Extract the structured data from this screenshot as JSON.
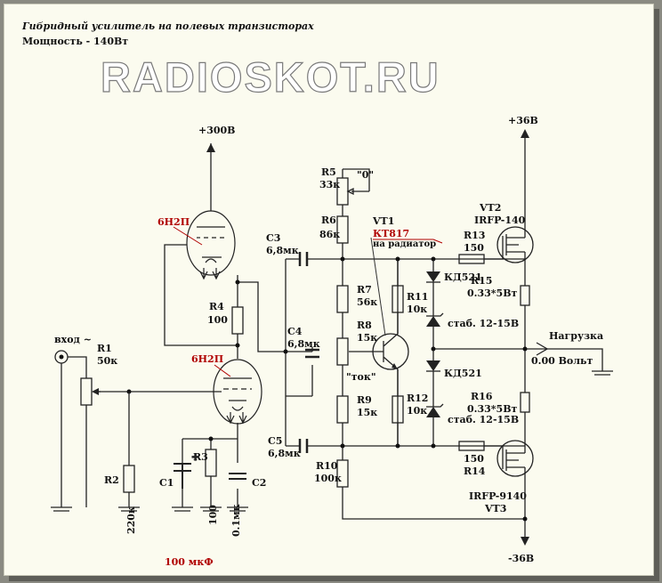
{
  "header": {
    "title": "Гибридный усилитель на полевых транзисторах",
    "power": "Мощность - 140Вт",
    "watermark": "RADIOSKOT.RU"
  },
  "power_rails": {
    "tube_supply": "+300В",
    "positive": "+36В",
    "negative": "-36В"
  },
  "tubes": {
    "v1": "6Н2П",
    "v2": "6Н2П"
  },
  "resistors": {
    "r1": {
      "ref": "R1",
      "value": "50к"
    },
    "r2": {
      "ref": "R2",
      "value": "220к"
    },
    "r3": {
      "ref": "R3",
      "value": "100"
    },
    "r4": {
      "ref": "R4",
      "value": "100"
    },
    "r5": {
      "ref": "R5",
      "value": "33к",
      "tag": "\"0\""
    },
    "r6": {
      "ref": "R6",
      "value": "86к"
    },
    "r7": {
      "ref": "R7",
      "value": "56к"
    },
    "r8": {
      "ref": "R8",
      "value": "15к",
      "tag": "\"ток\""
    },
    "r9": {
      "ref": "R9",
      "value": "15к"
    },
    "r10": {
      "ref": "R10",
      "value": "100к"
    },
    "r11": {
      "ref": "R11",
      "value": "10к"
    },
    "r12": {
      "ref": "R12",
      "value": "10к"
    },
    "r13": {
      "ref": "R13",
      "value": "150"
    },
    "r14": {
      "ref": "R14",
      "value": "150"
    },
    "r15": {
      "ref": "R15",
      "value": "0.33*5Вт"
    },
    "r16": {
      "ref": "R16",
      "value": "0.33*5Вт"
    }
  },
  "capacitors": {
    "c1": {
      "ref": "C1",
      "note": "100 мкФ"
    },
    "c2": {
      "ref": "C2",
      "value": "0.1мк"
    },
    "c3": {
      "ref": "C3",
      "value": "6,8мк"
    },
    "c4": {
      "ref": "C4",
      "value": "6,8мк"
    },
    "c5": {
      "ref": "C5",
      "value": "6,8мк"
    }
  },
  "semis": {
    "vt1": {
      "ref": "VT1",
      "type": "КТ817",
      "note": "на радиатор"
    },
    "vt2": {
      "ref": "VT2",
      "type": "IRFP-140"
    },
    "vt3": {
      "ref": "VT3",
      "type": "IRFP-9140"
    },
    "d_top": "КД521",
    "z_top": "стаб. 12-15В",
    "d_bot": "КД521",
    "z_bot": "стаб. 12-15В"
  },
  "io": {
    "input": "вход ~",
    "load": "Нагрузка",
    "zero": "0.00 Вольт"
  }
}
